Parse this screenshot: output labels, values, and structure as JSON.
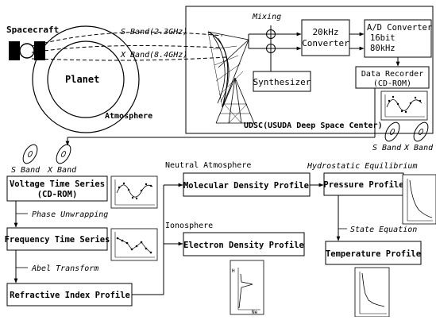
{
  "labels": {
    "spacecraft": "Spacecraft",
    "planet": "Planet",
    "atmosphere": "Atmosphere",
    "s_band_signal": "S Band(2.3GHz)",
    "x_band_signal": "X Band(8.4GHz)",
    "mixing": "Mixing",
    "synthesizer": "Synthesizer",
    "converter_line1": "20kHz",
    "converter_line2": "Converter",
    "ad_line1": "A/D Converter",
    "ad_line2": "16bit",
    "ad_line3": "80kHz",
    "recorder_line1": "Data Recorder",
    "recorder_line2": "(CD-ROM)",
    "udsc": "UDSC(USUDA Deep Space Center)",
    "disk_s_band": "S Band",
    "disk_x_band": "X Band",
    "voltage_line1": "Voltage Time Series",
    "voltage_line2": "(CD-ROM)",
    "phase_unwrapping": "Phase Unwrapping",
    "frequency": "Frequency Time Series",
    "abel_transform": "Abel Transform",
    "refractive": "Refractive Index Profile",
    "neutral_atmosphere": "Neutral Atmosphere",
    "molecular": "Molecular Density Profile",
    "ionosphere": "Ionosphere",
    "electron": "Electron Density Profile",
    "hydrostatic": "Hydrostatic Equilibrium",
    "pressure": "Pressure Profile",
    "state_equation": "State Equation",
    "temperature": "Temperature Profile",
    "axis_ne": "Ne",
    "axis_h": "H"
  }
}
